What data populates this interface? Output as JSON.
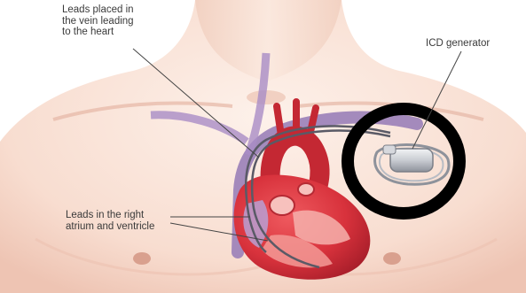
{
  "labels": {
    "leads_vein": "Leads placed in\nthe vein leading\nto the heart",
    "icd_generator": "ICD generator",
    "leads_atrium": "Leads in the right\natrium and ventricle"
  },
  "colors": {
    "skin_light": "#fbe7dc",
    "skin_shadow": "#f0cbbb",
    "heart_red": "#d8323c",
    "heart_dark": "#a81e2a",
    "vessel_purple": "#9a7fb8",
    "lead_wire": "#5a5a66",
    "highlight_ring": "#000000",
    "device_silver": "#c9ccd2"
  }
}
